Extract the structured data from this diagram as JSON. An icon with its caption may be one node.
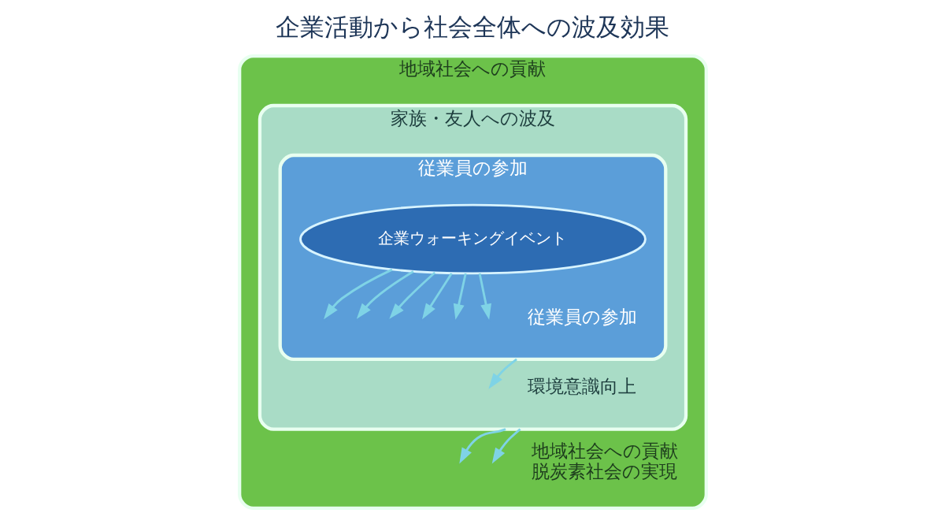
{
  "diagram": {
    "title": "企業活動から社会全体への波及効果",
    "nodes": [
      {
        "text": [
          "地域社会への貢献",
          "地域社会への貢献",
          "脱炭素社会の実現"
        ]
      },
      {
        "text": [
          "家族・友人への波及",
          "環境意識向上"
        ],
        "in": 0
      },
      {
        "text": [
          "従業員の参加",
          "従業員の参加"
        ],
        "in": 1
      },
      {
        "text": [
          "企業ウォーキングイベント"
        ],
        "in": 2
      }
    ],
    "edges": [
      {
        "from": 3,
        "to": null,
        "arrow": "to"
      },
      {
        "from": 3,
        "to": null,
        "arrow": "to"
      },
      {
        "from": 3,
        "to": null,
        "arrow": "to"
      },
      {
        "from": 3,
        "to": null,
        "arrow": "to"
      },
      {
        "from": 3,
        "to": null,
        "arrow": "to"
      },
      {
        "from": 3,
        "to": null,
        "arrow": "to"
      },
      {
        "from": 2,
        "to": null,
        "arrow": "to"
      },
      {
        "from": 1,
        "to": null,
        "arrow": "to"
      },
      {
        "from": 1,
        "to": null,
        "arrow": "to"
      }
    ]
  }
}
